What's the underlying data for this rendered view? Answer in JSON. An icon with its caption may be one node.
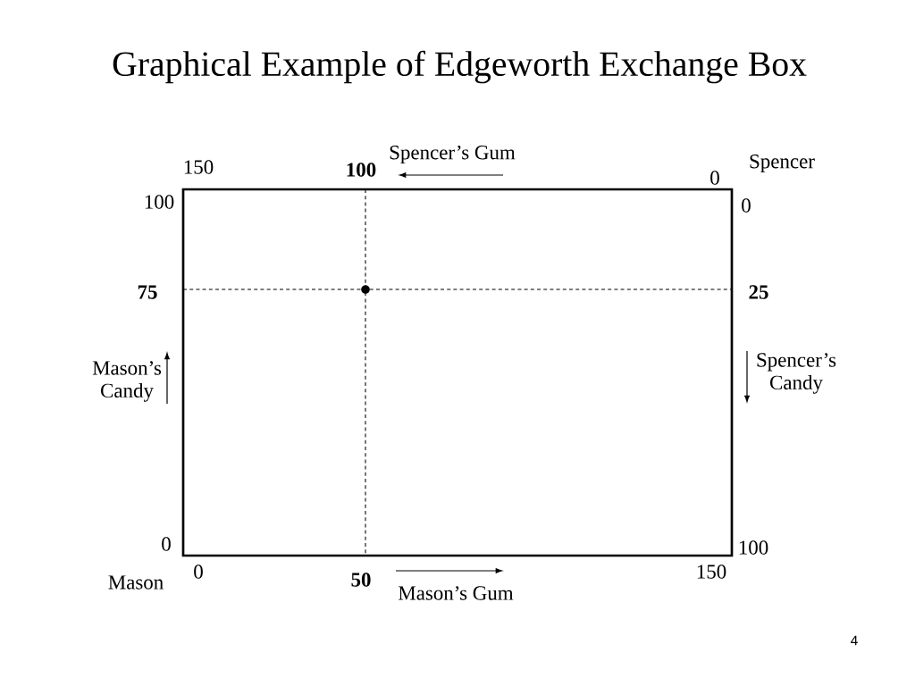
{
  "diagram": {
    "title": "Graphical Example of Edgeworth Exchange Box",
    "labels": [
      "Spencer’s Gum",
      "150",
      "100",
      "Spencer",
      "0",
      "100",
      "0",
      "75",
      "25",
      "Mason’s Candy",
      "Spencer’s Candy",
      "0",
      "100",
      "0",
      "50",
      "150",
      "Mason",
      "Mason’s Gum",
      "4"
    ]
  }
}
